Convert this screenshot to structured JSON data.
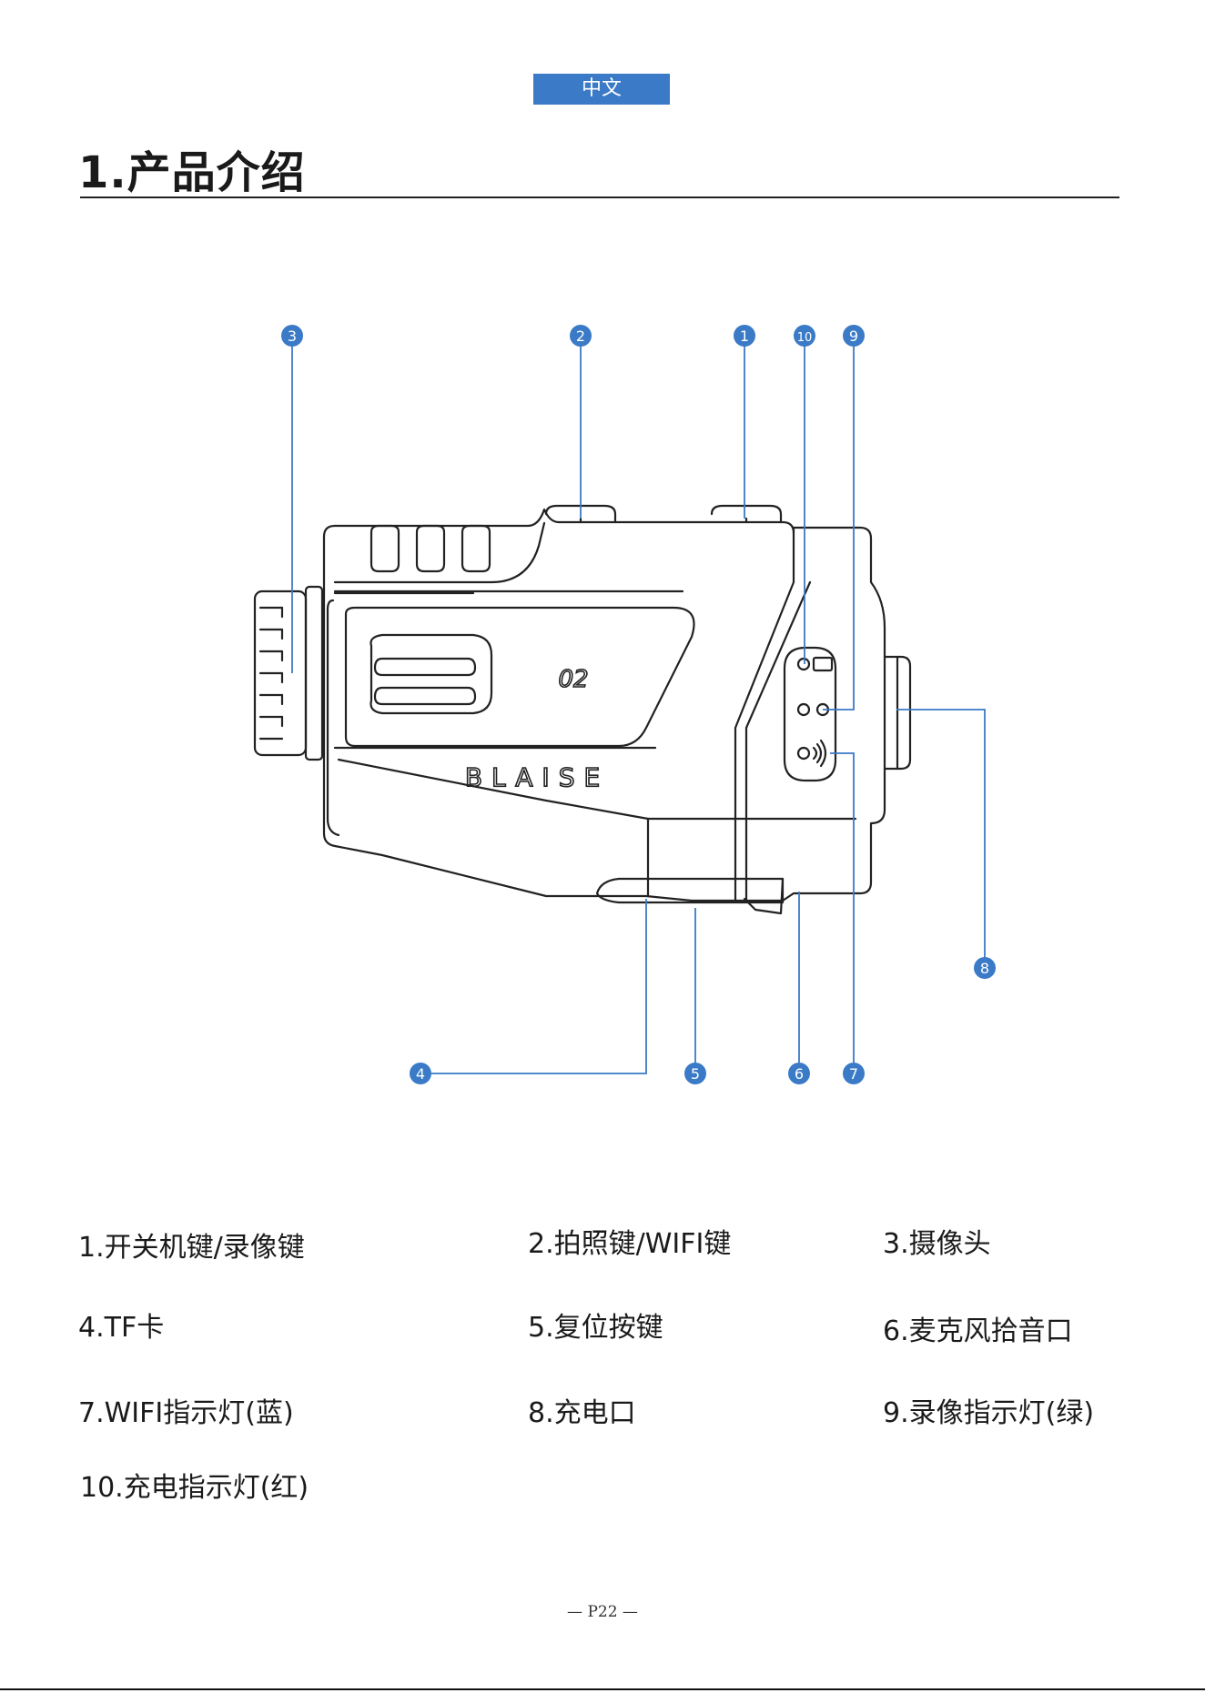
{
  "header": {
    "language_badge": "中文",
    "title": "1.产品介绍"
  },
  "diagram": {
    "device_brand": "BLAISE",
    "device_model": "02",
    "accent_color": "#3a7ac6",
    "callouts": [
      "1",
      "2",
      "3",
      "4",
      "5",
      "6",
      "7",
      "8",
      "9",
      "10"
    ]
  },
  "legend": [
    {
      "text": "1.开关机键/录像键"
    },
    {
      "text": "2.拍照键/WIFI键"
    },
    {
      "text": "3.摄像头"
    },
    {
      "text": "4.TF卡"
    },
    {
      "text": "5.复位按键"
    },
    {
      "text": "6.麦克风拾音口"
    },
    {
      "text": "7.WIFI指示灯(蓝)"
    },
    {
      "text": "8.充电口"
    },
    {
      "text": "9.录像指示灯(绿)"
    },
    {
      "text": "10.充电指示灯(红)"
    }
  ],
  "footer": {
    "page_number": "— P22 —"
  }
}
